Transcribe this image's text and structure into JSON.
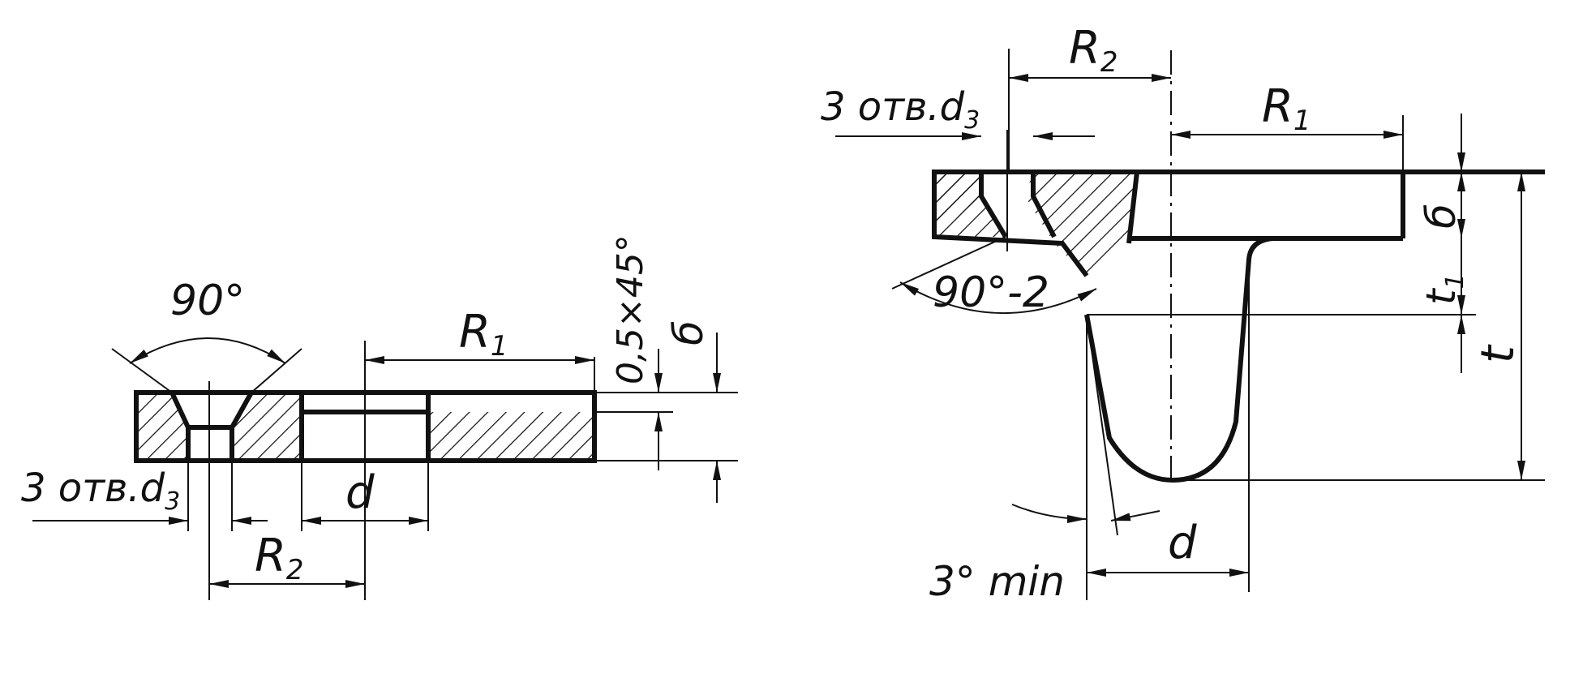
{
  "left": {
    "angle": "90°",
    "r1": "R",
    "r1_sub": "1",
    "r2": "R",
    "r2_sub": "2",
    "holes": "3 отв.",
    "holes_d": "d",
    "holes_d_sub": "3",
    "d": "d",
    "chamfer": "0,5×45°",
    "thickness": "б"
  },
  "right": {
    "angle": "90°-2",
    "r1": "R",
    "r1_sub": "1",
    "r2": "R",
    "r2_sub": "2",
    "holes": "3 отв.",
    "holes_d": "d",
    "holes_d_sub": "3",
    "d": "d",
    "thickness": "б",
    "t1": "t",
    "t1_sub": "1",
    "t": "t",
    "draft": "3° min"
  }
}
